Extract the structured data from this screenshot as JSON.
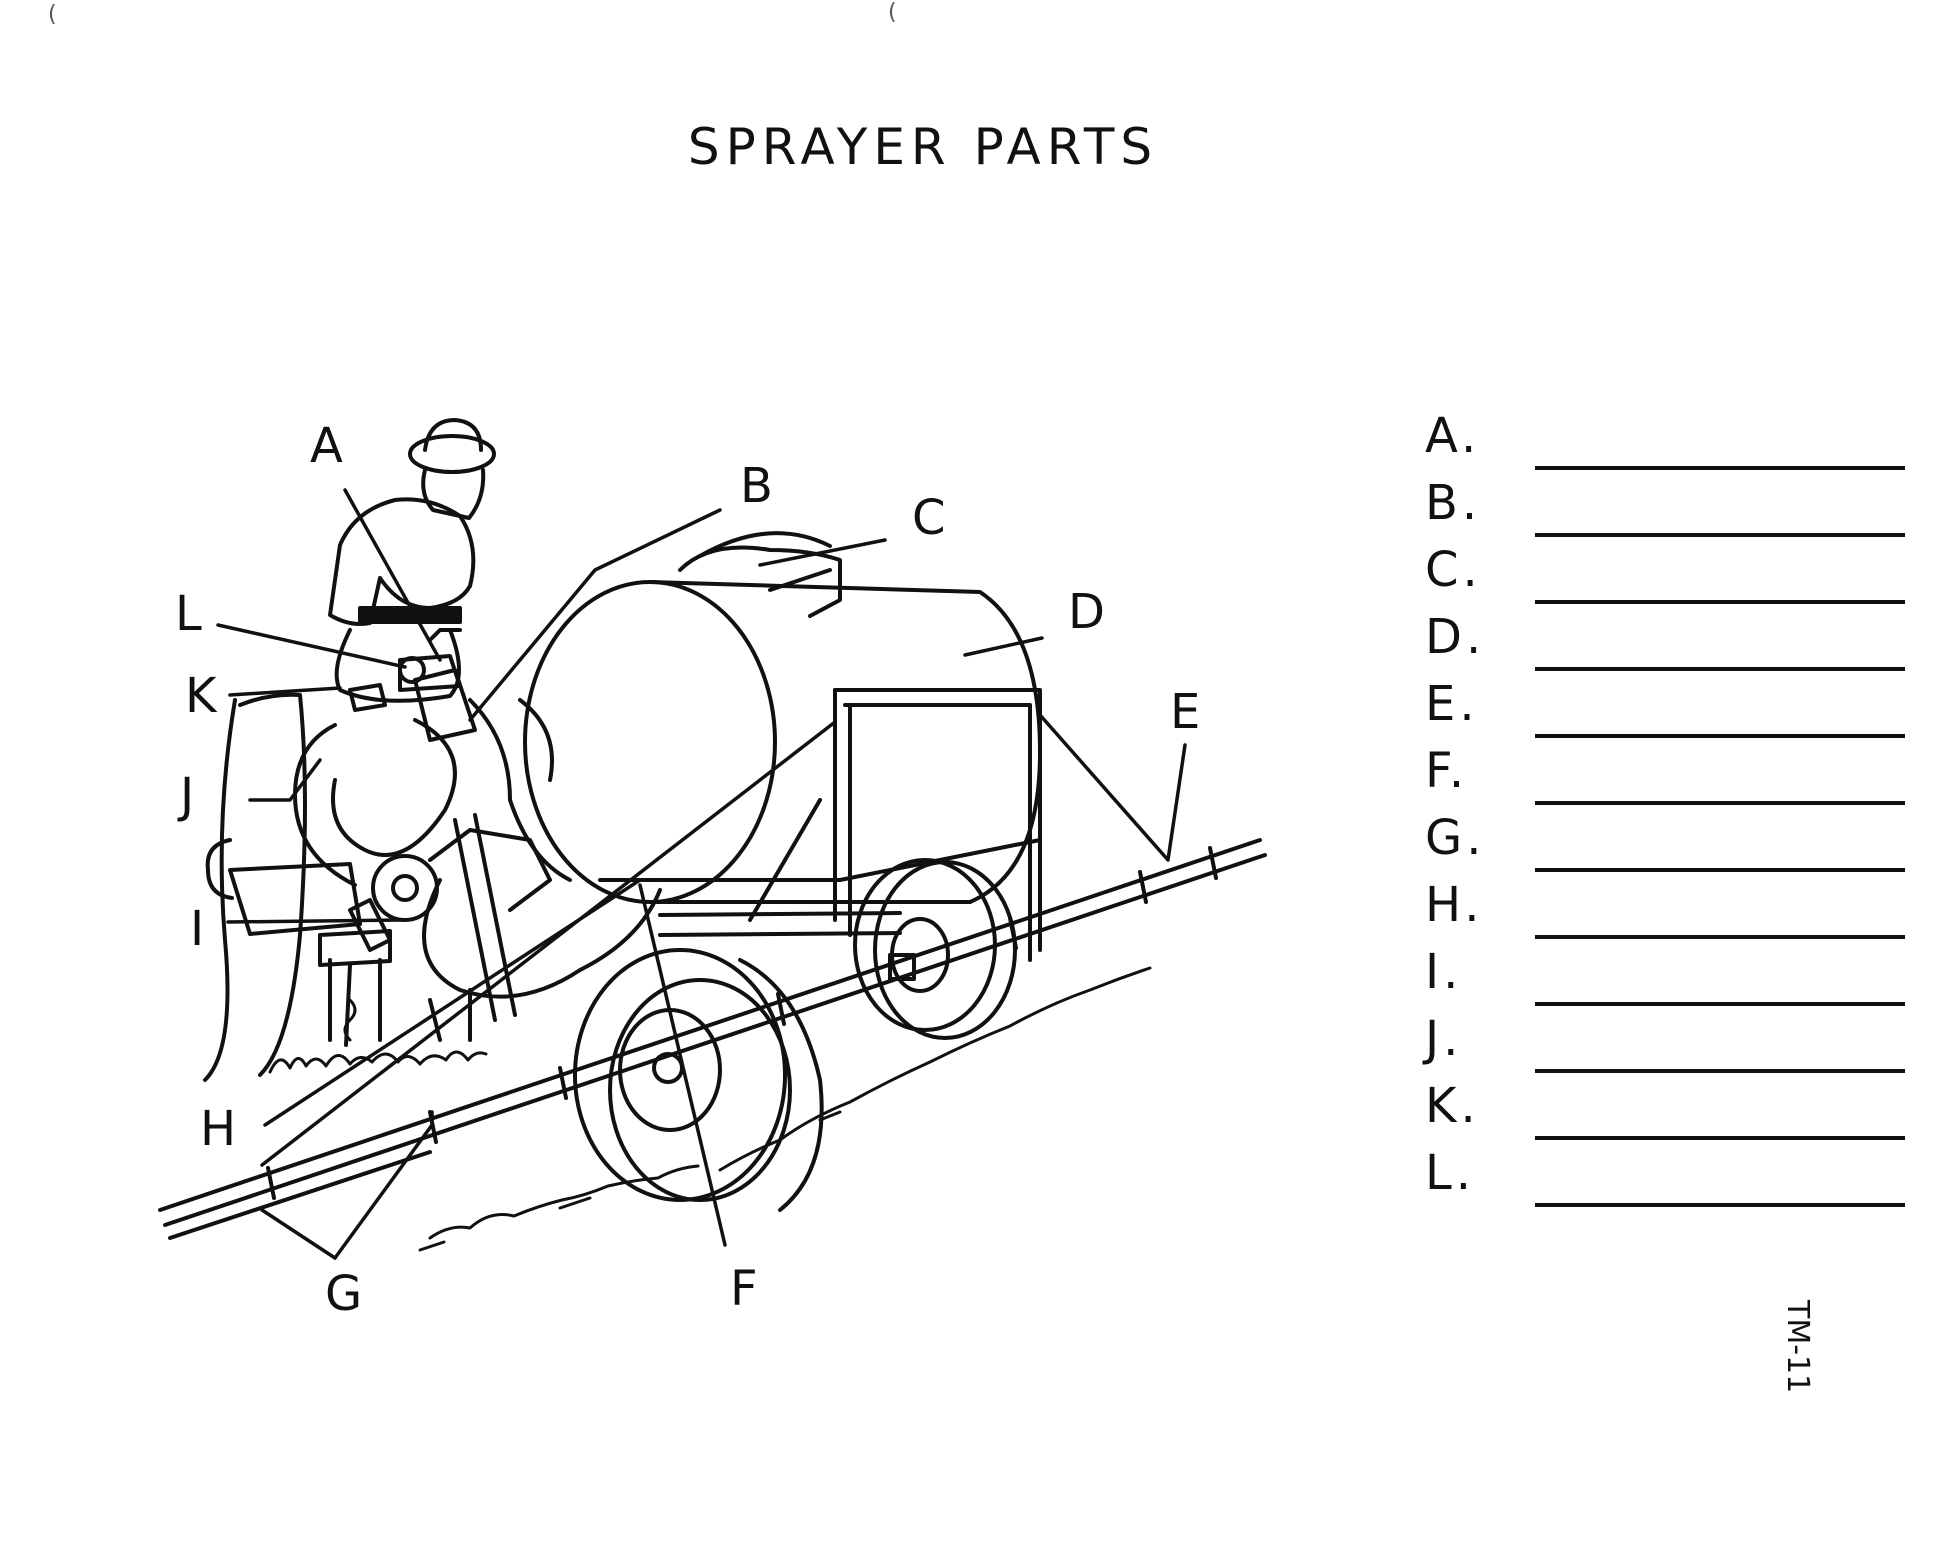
{
  "title": "SPRAYER PARTS",
  "callouts": {
    "A": "A",
    "B": "B",
    "C": "C",
    "D": "D",
    "E": "E",
    "F": "F",
    "G": "G",
    "H": "H",
    "I": "I",
    "J": "J",
    "K": "K",
    "L": "L"
  },
  "answer_rows": [
    "A.",
    "B.",
    "C.",
    "D.",
    "E.",
    "F.",
    "G.",
    "H.",
    "I.",
    "J.",
    "K.",
    "L."
  ],
  "doc_code": "TM-11"
}
